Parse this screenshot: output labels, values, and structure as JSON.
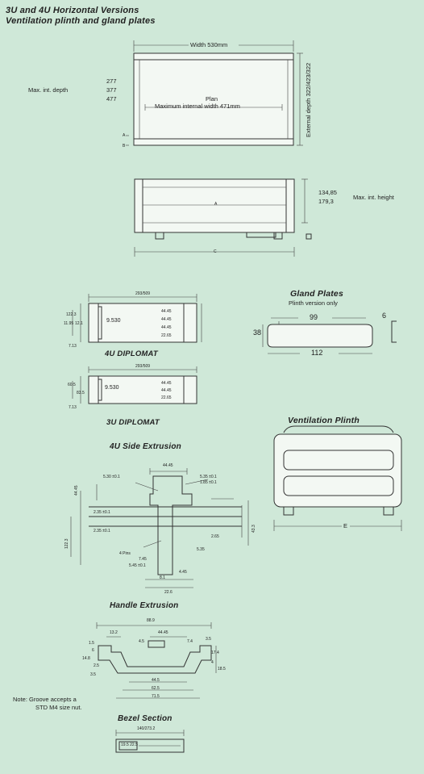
{
  "headers": {
    "title_line1": "3U and 4U Horizontal Versions",
    "title_line2": "Ventilation plinth and gland plates",
    "gland_plates": "Gland Plates",
    "gland_sub": "Plinth version only",
    "diplomat_4u": "4U DIPLOMAT",
    "diplomat_3u": "3U DIPLOMAT",
    "ventilation_plinth": "Ventilation Plinth",
    "side_extrusion_4u": "4U Side Extrusion",
    "handle_extrusion": "Handle Extrusion",
    "bezel_section": "Bezel Section"
  },
  "plan": {
    "width": "Width 530mm",
    "plan_label": "Plan",
    "max_internal_width": "Maximum internal width 471mm",
    "external_depth": "External depth 322/423/322",
    "max_int_depth_label": "Max. int. depth",
    "depths": [
      "277",
      "377",
      "477"
    ],
    "letter_a": "A",
    "letter_b": "B"
  },
  "front": {
    "heights": [
      "134,85",
      "179,3"
    ],
    "max_int_height": "Max. int. height",
    "letter_a": "A",
    "letter_c": "C"
  },
  "gland": {
    "width_top": "99",
    "height": "38",
    "width_bottom": "112",
    "side": "6"
  },
  "diplomat4u": {
    "top": "293/509",
    "dims_left": [
      "122.3",
      "12.1",
      "7.13"
    ],
    "dims_left_small": "11.95",
    "center": "9.530",
    "dims_right": [
      "44.45",
      "44.45",
      "44.45",
      "22.65"
    ]
  },
  "diplomat3u": {
    "top": "293/509",
    "dims_left": [
      "60.5",
      "83.5",
      "7.13"
    ],
    "center": "9.530",
    "dims_right": [
      "44.45",
      "44.45",
      "22.65"
    ]
  },
  "plinth": {
    "letter_e": "E"
  },
  "side_extrusion": {
    "top": "44.45",
    "labels_top_right": [
      "5.35 ±0.1",
      "1.85 ±0.1"
    ],
    "labels_left": [
      "2.35 ±0.1",
      "2.35 ±0.1"
    ],
    "callouts": [
      "5.30 ±0.1",
      "4 Pins",
      "7.45",
      "5.45 ±0.1",
      "4.45",
      "5.35",
      "2.65"
    ],
    "bottom": [
      "8.1",
      "22.6"
    ],
    "side_left": "44.45",
    "side_right": "43.3",
    "left_vertical": "122.3"
  },
  "handle": {
    "overall": "88.9",
    "top_dims": [
      "13.2",
      "44.45",
      "4.5",
      "7.4",
      "3.5"
    ],
    "left_dims": [
      "1.5",
      "6",
      "14.8",
      "2.5"
    ],
    "right_dims": [
      "17.4",
      "4",
      "18.5"
    ],
    "small_left": "3.5",
    "bottom_dims": [
      "44.5",
      "62.5",
      "71.5"
    ]
  },
  "note": {
    "line1": "Note: Groove accepts a",
    "line2": "STD M4 size nut."
  },
  "bezel": {
    "top": "140/273.2",
    "inner": "19.5 22.5"
  }
}
